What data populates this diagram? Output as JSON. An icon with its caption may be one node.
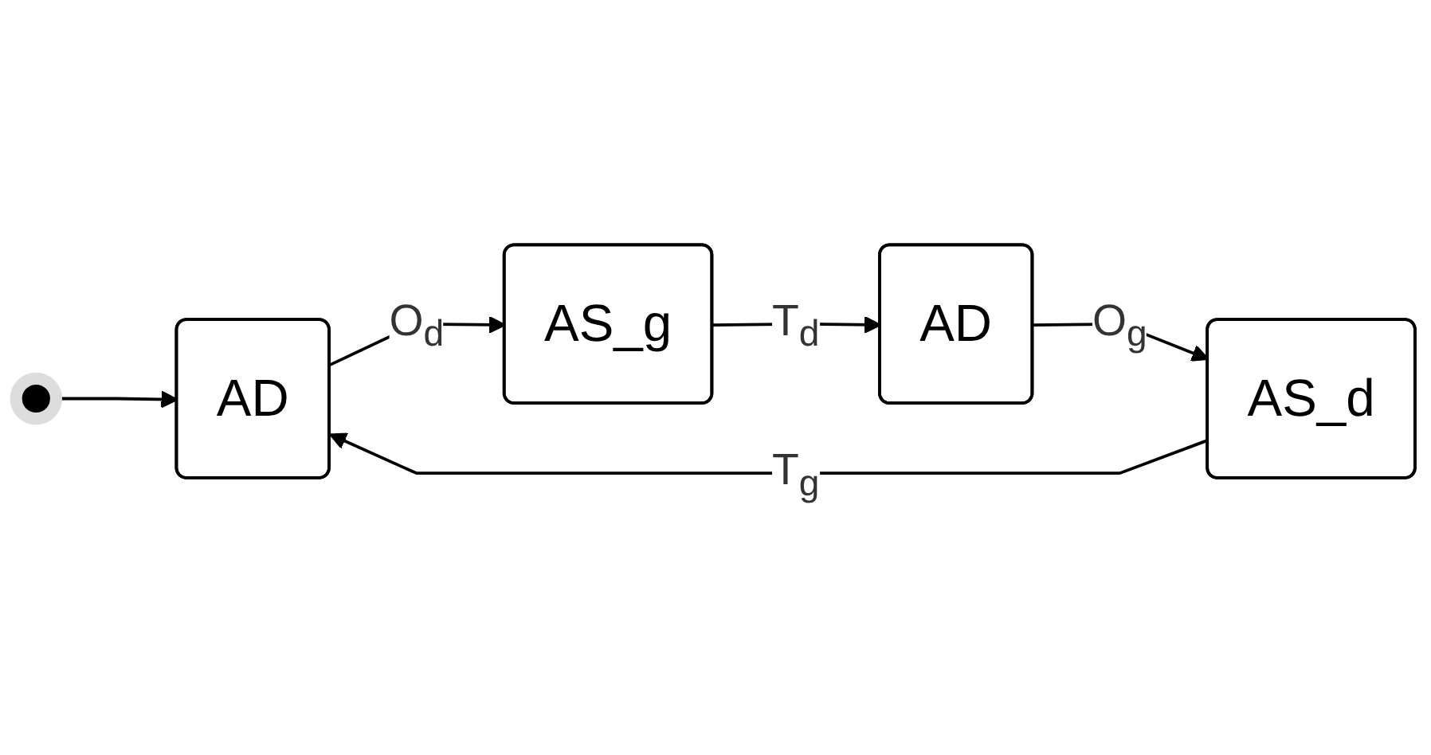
{
  "diagram": {
    "nodes": [
      {
        "text": [],
        "shape": "circle"
      },
      {
        "text": [
          "AD"
        ]
      },
      {
        "text": [
          "AS_g"
        ]
      },
      {
        "text": [
          "AD"
        ]
      },
      {
        "text": [
          "AS_d"
        ]
      }
    ],
    "edges": [
      {
        "from": 0,
        "to": 1,
        "arrow": "to"
      },
      {
        "from": 1,
        "to": 2,
        "arrow": "to",
        "label": "O$_{d}$"
      },
      {
        "from": 2,
        "to": 3,
        "arrow": "to",
        "label": "T$_{d}$"
      },
      {
        "from": 3,
        "to": 4,
        "arrow": "to",
        "label": "O$_{g}$"
      },
      {
        "from": 4,
        "to": 1,
        "arrow": "to",
        "label": "T$_{g}$"
      }
    ]
  }
}
